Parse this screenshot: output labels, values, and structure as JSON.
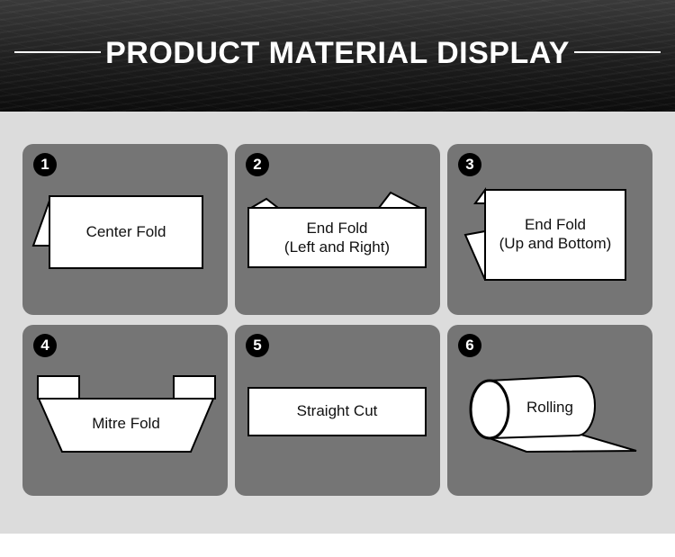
{
  "header": {
    "title": "PRODUCT MATERIAL DISPLAY"
  },
  "cards": [
    {
      "number": "1",
      "label": "Center Fold"
    },
    {
      "number": "2",
      "label_line1": "End Fold",
      "label_line2": "(Left and Right)"
    },
    {
      "number": "3",
      "label_line1": "End Fold",
      "label_line2": "(Up and Bottom)"
    },
    {
      "number": "4",
      "label": "Mitre Fold"
    },
    {
      "number": "5",
      "label": "Straight Cut"
    },
    {
      "number": "6",
      "label": "Rolling"
    }
  ],
  "colors": {
    "header_dark": "#1e1e1e",
    "panel": "#dcdcdc",
    "card": "#757575",
    "badge": "#000000",
    "shape_fill": "#ffffff"
  }
}
